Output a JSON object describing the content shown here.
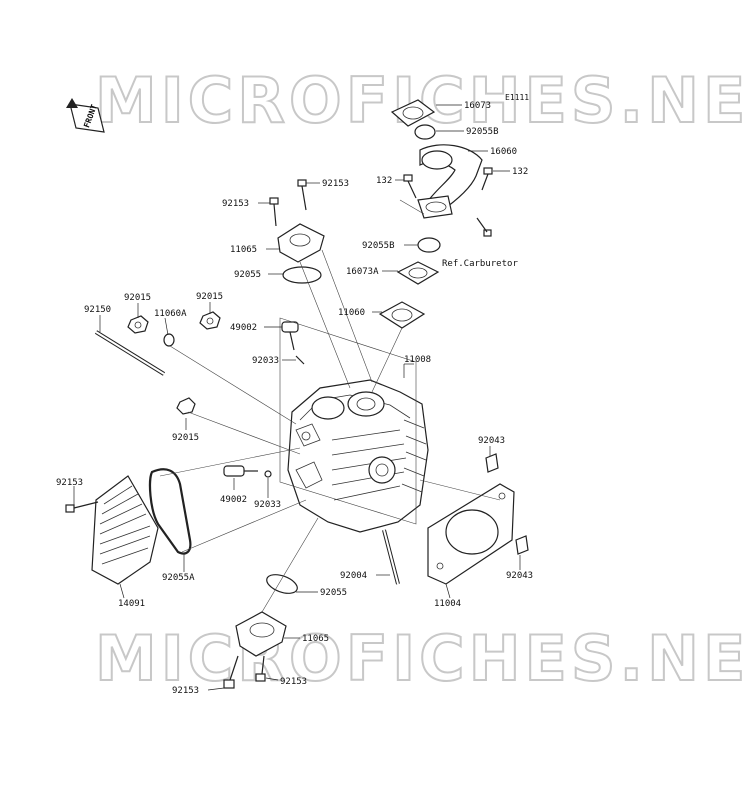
{
  "diagram": {
    "ref_code": "E1111",
    "front_label": "FRONT",
    "watermark": "MICROFICHES.NET",
    "ref_note": "Ref.Carburetor",
    "labels": {
      "p16073": "16073",
      "p92055B_top": "92055B",
      "p16060": "16060",
      "p132_left": "132",
      "p132_right": "132",
      "p92153_a": "92153",
      "p92153_b": "92153",
      "p11065_top": "11065",
      "p92055B_mid": "92055B",
      "p92055_top": "92055",
      "p16073A": "16073A",
      "p92150": "92150",
      "p92015_a": "92015",
      "p11060A": "11060A",
      "p92015_b": "92015",
      "p11060": "11060",
      "p49002_top": "49002",
      "p92033_top": "92033",
      "p11008": "11008",
      "p92015_c": "92015",
      "p92043_top": "92043",
      "p92153_left": "92153",
      "p49002_mid": "49002",
      "p92033_mid": "92033",
      "p14091": "14091",
      "p92055A": "92055A",
      "p92004": "92004",
      "p92043_bot": "92043",
      "p11004": "11004",
      "p92055_bot": "92055",
      "p11065_bot": "11065",
      "p92153_bot_l": "92153",
      "p92153_bot_r": "92153"
    }
  }
}
